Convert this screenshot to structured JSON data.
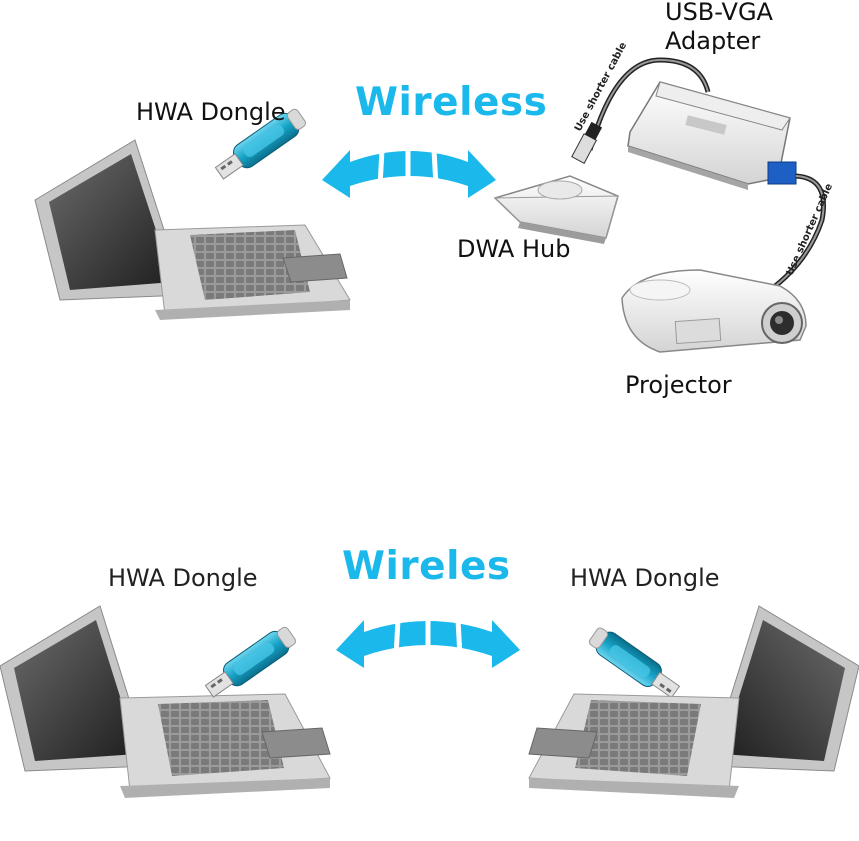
{
  "top": {
    "dongle_label": "HWA Dongle",
    "wireless_label": "Wireless",
    "hub_label": "DWA Hub",
    "adapter_label_line1": "USB-VGA",
    "adapter_label_line2": "Adapter",
    "projector_label": "Projector",
    "cable_note_1": "Use shorter cable",
    "cable_note_2": "Use shorter cable"
  },
  "bottom": {
    "left_dongle_label": "HWA Dongle",
    "wireless_label": "Wireles",
    "right_dongle_label": "HWA Dongle"
  },
  "colors": {
    "wireless_blue": "#1bb8ec",
    "dongle_teal": "#16a3c7",
    "vga_blue": "#1d5fc4"
  }
}
